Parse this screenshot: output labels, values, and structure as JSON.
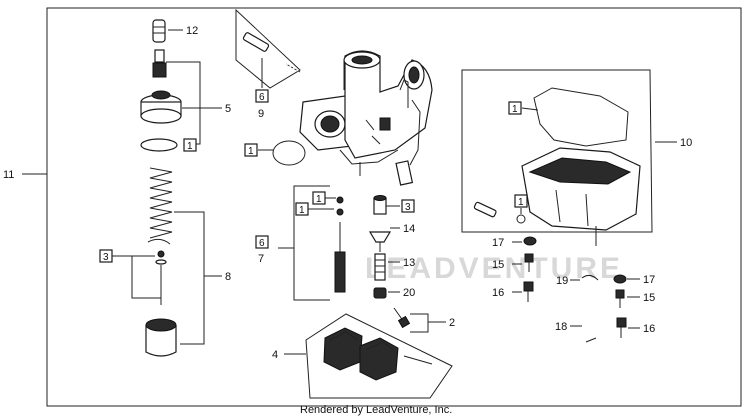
{
  "callouts": {
    "n1": "1",
    "n2": "2",
    "n3": "3",
    "n4": "4",
    "n5": "5",
    "n6": "6",
    "n7": "7",
    "n8": "8",
    "n9": "9",
    "n10": "10",
    "n11": "11",
    "n12": "12",
    "n13": "13",
    "n14": "14",
    "n15": "15",
    "n16": "16",
    "n17": "17",
    "n18": "18",
    "n19": "19",
    "n20": "20"
  },
  "watermark": "LEADVENTURE",
  "footer": "Rendered by LeadVenture, Inc."
}
